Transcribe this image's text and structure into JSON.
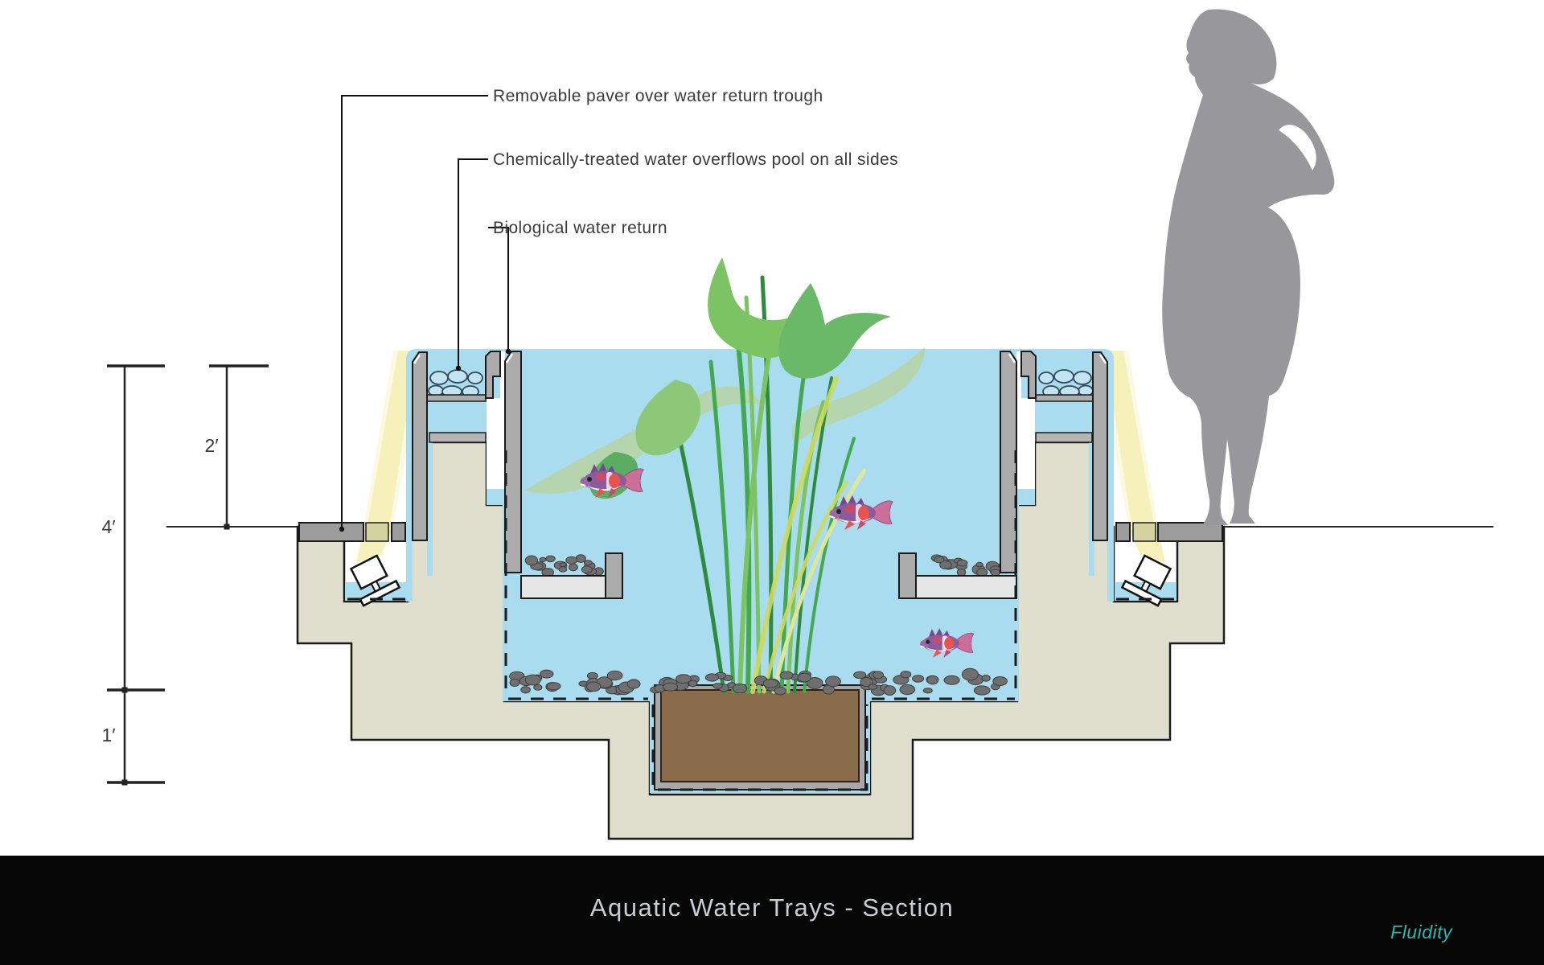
{
  "callouts": [
    {
      "label": "Removable paver over water return trough"
    },
    {
      "label": "Chemically-treated water overflows pool on all sides"
    },
    {
      "label": "Biological water return"
    }
  ],
  "dimensions": {
    "total_depth": "4′",
    "upper_depth": "2′",
    "lower_depth": "1′"
  },
  "footer": {
    "title": "Aquatic Water Trays - Section",
    "brand": "Fluidity"
  },
  "colors": {
    "water": "#a9dcee",
    "water_light": "#c2e4f2",
    "concrete": "#e0decd",
    "wall": "#ababab",
    "cap": "#b4b4b4",
    "tray": "#e6e6e6",
    "paver": "#9c9c9c",
    "lit_paver": "#d5d2a2",
    "pebble": "#6f6f6f",
    "soil": "#8a6b4b",
    "liner": "#a8a8a8",
    "beam": "#f5efb4",
    "beam_soft": "#fbf8dd",
    "silhouette": "#98989c",
    "outline": "#1a1a1a",
    "label": "#3a3a3a",
    "title": "#c9ccd2",
    "brand": "#28b8b2",
    "footer": "#060606"
  }
}
